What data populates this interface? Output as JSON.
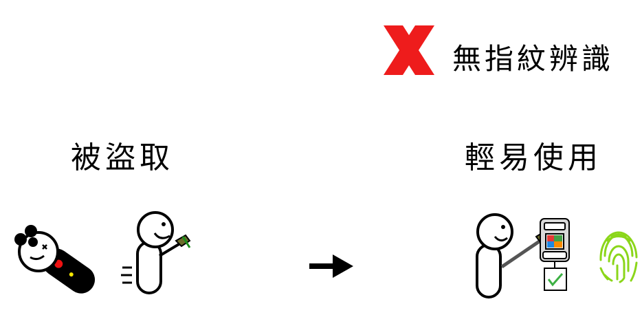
{
  "header": {
    "no_fingerprint_label": "無指紋辨識",
    "x_mark_color": "#ee1c1c"
  },
  "left_scene": {
    "label": "被盜取"
  },
  "right_scene": {
    "label": "輕易使用"
  },
  "colors": {
    "fingerprint": "#8bd61a",
    "check": "#3cb043",
    "arrow": "#000000"
  }
}
